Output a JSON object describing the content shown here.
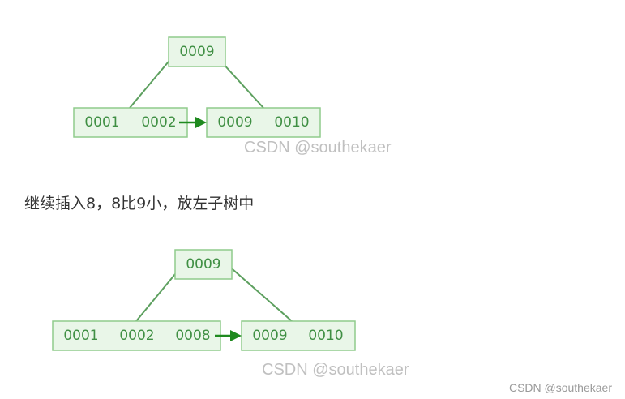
{
  "diagrams": [
    {
      "root": {
        "keys": [
          "0009"
        ]
      },
      "leaves": [
        {
          "keys": [
            "0001",
            "0002"
          ]
        },
        {
          "keys": [
            "0009",
            "0010"
          ]
        }
      ],
      "watermark": "CSDN @southekaer"
    },
    {
      "root": {
        "keys": [
          "0009"
        ]
      },
      "leaves": [
        {
          "keys": [
            "0001",
            "0002",
            "0008"
          ]
        },
        {
          "keys": [
            "0009",
            "0010"
          ]
        }
      ],
      "watermark": "CSDN @southekaer"
    }
  ],
  "caption": "继续插入8，8比9小，放左子树中",
  "corner_watermark": "CSDN @southekaer",
  "colors": {
    "node_fill": "#e9f6e8",
    "node_border": "#8fcb8c",
    "key_text": "#3f8f43",
    "edge": "#5da05f",
    "leaf_link": "#1f8a1f"
  }
}
